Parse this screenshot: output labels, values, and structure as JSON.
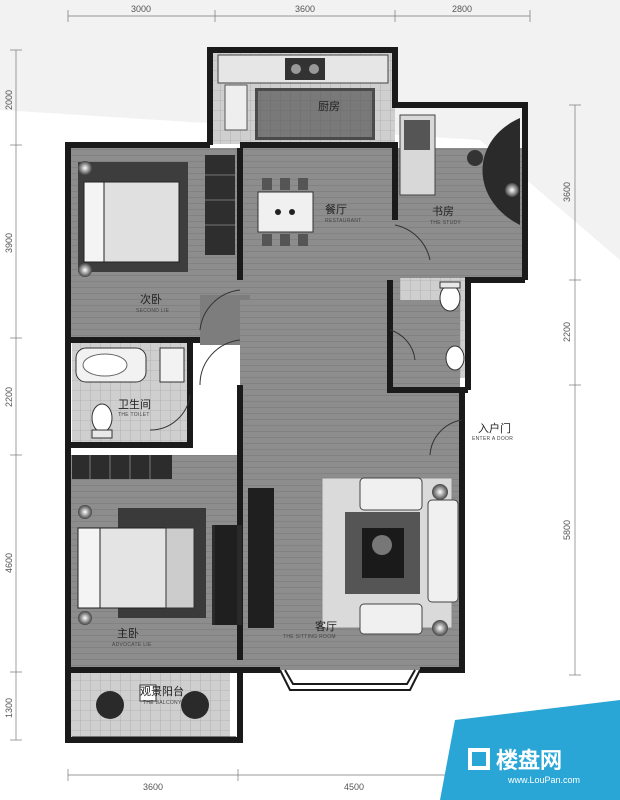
{
  "dimensions": {
    "top": [
      "3000",
      "3600",
      "2800"
    ],
    "bottom": [
      "3600",
      "4500"
    ],
    "left": [
      "2000",
      "3900",
      "2200",
      "4600",
      "1300"
    ],
    "right": [
      "3600",
      "2200",
      "5800"
    ]
  },
  "rooms": {
    "restaurant": {
      "cn": "餐厅",
      "en": "RESTAURANT"
    },
    "study": {
      "cn": "书房",
      "en": "THE STUDY"
    },
    "second_bedroom": {
      "cn": "次卧",
      "en": "SECOND LIE"
    },
    "toilet": {
      "cn": "卫生间",
      "en": "THE TOILET"
    },
    "entry": {
      "cn": "入户门",
      "en": "ENTER A DOOR"
    },
    "sitting_room": {
      "cn": "客厅",
      "en": "THE SITTING ROOM"
    },
    "master_bedroom": {
      "cn": "主卧",
      "en": "ADVOCATE LIE"
    },
    "balcony": {
      "cn": "观景阳台",
      "en": "THE BALCONY"
    },
    "kitchen": {
      "cn": "厨房",
      "en": ""
    }
  },
  "watermark": {
    "title": "楼盘网",
    "url": "www.LouPan.com",
    "color": "#2aa6d6"
  },
  "colors": {
    "wall": "#1a1a1a",
    "floor": "#8a8a8a",
    "tile": "#c9c9c9"
  }
}
